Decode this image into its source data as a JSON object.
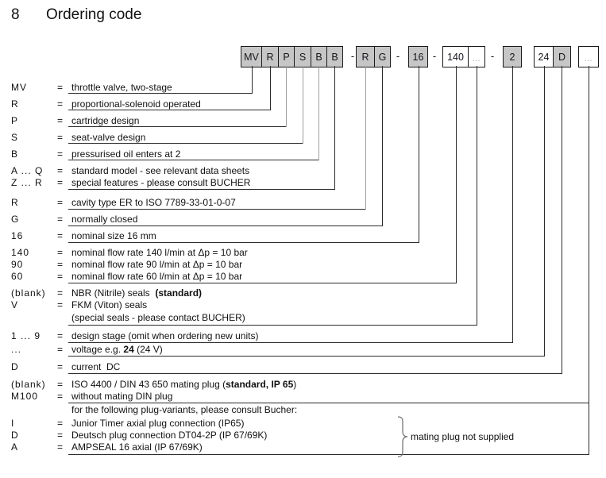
{
  "page": {
    "section_number": "8",
    "section_title": "Ordering code"
  },
  "colors": {
    "box_fill_gray": "#c6c6c6",
    "box_fill_white": "#ffffff",
    "box_border": "#1a1a1a",
    "line_dark": "#2b2b2b",
    "line_gray": "#9e9e9e",
    "muted_dots": "#9a9a9a",
    "brace": "#777777"
  },
  "ordering_code": {
    "separator": "-",
    "groups": [
      {
        "cells": [
          {
            "label": "MV",
            "fill": "gray"
          },
          {
            "label": "R",
            "fill": "gray"
          },
          {
            "label": "P",
            "fill": "gray"
          },
          {
            "label": "S",
            "fill": "gray"
          },
          {
            "label": "B",
            "fill": "gray"
          },
          {
            "label": "B",
            "fill": "gray"
          }
        ]
      },
      {
        "cells": [
          {
            "label": "R",
            "fill": "gray"
          },
          {
            "label": "G",
            "fill": "gray"
          }
        ]
      },
      {
        "cells": [
          {
            "label": "16",
            "fill": "gray"
          }
        ]
      },
      {
        "cells": [
          {
            "label": "140",
            "fill": "white"
          },
          {
            "label": "...",
            "fill": "white",
            "muted": true
          }
        ]
      },
      {
        "cells": [
          {
            "label": "2",
            "fill": "gray"
          }
        ]
      },
      {
        "cells": [
          {
            "label": "24",
            "fill": "white"
          },
          {
            "label": "D",
            "fill": "gray"
          }
        ]
      },
      {
        "cells": [
          {
            "label": "...",
            "fill": "white",
            "muted": true
          }
        ]
      }
    ]
  },
  "legend": {
    "equals_sign": "=",
    "rows": [
      {
        "code": "MV",
        "desc": [
          {
            "t": "throttle valve, two-stage"
          }
        ],
        "box": "b1"
      },
      {
        "code": "R",
        "desc": [
          {
            "t": "proportional-solenoid operated"
          }
        ],
        "box": "b2"
      },
      {
        "code": "P",
        "desc": [
          {
            "t": "cartridge design"
          }
        ],
        "box": "b3"
      },
      {
        "code": "S",
        "desc": [
          {
            "t": "seat-valve design"
          }
        ],
        "box": "b4"
      },
      {
        "code": "B",
        "desc": [
          {
            "t": "pressurised oil enters at 2"
          }
        ],
        "box": "b5"
      },
      {
        "code": "A ... Q",
        "desc": [
          {
            "t": "standard model - see relevant data sheets"
          }
        ],
        "box": null
      },
      {
        "code": "Z ... R",
        "desc": [
          {
            "t": "special features - please consult BUCHER"
          }
        ],
        "box": "b6"
      },
      {
        "code": "R",
        "desc": [
          {
            "t": "cavity type ER to ISO 7789-33-01-0-07"
          }
        ],
        "box": "b7"
      },
      {
        "code": "G",
        "desc": [
          {
            "t": "normally closed"
          }
        ],
        "box": "b8"
      },
      {
        "code": "16",
        "desc": [
          {
            "t": "nominal size 16 mm"
          }
        ],
        "box": "b9"
      },
      {
        "code": "140",
        "desc": [
          {
            "t": "nominal flow rate 140 l/min at Δp = 10 bar"
          }
        ],
        "box": null
      },
      {
        "code": "90",
        "desc": [
          {
            "t": "nominal flow rate 90 l/min at Δp = 10 bar"
          }
        ],
        "box": null
      },
      {
        "code": "60",
        "desc": [
          {
            "t": "nominal flow rate 60 l/min at Δp = 10 bar"
          }
        ],
        "box": "b10"
      },
      {
        "code": "(blank)",
        "desc": [
          {
            "t": "NBR (Nitrile) seals  "
          },
          {
            "t": "(standard)",
            "b": true
          }
        ],
        "box": null
      },
      {
        "code": "V",
        "desc": [
          {
            "t": "FKM (Viton) seals"
          }
        ],
        "box": null
      },
      {
        "code": "",
        "desc": [
          {
            "t": "(special seals - please contact BUCHER)"
          }
        ],
        "box": "b11"
      },
      {
        "code": "1 ... 9",
        "desc": [
          {
            "t": "design stage (omit when ordering new units)"
          }
        ],
        "box": "b12"
      },
      {
        "code": "...",
        "desc": [
          {
            "t": "voltage e.g. "
          },
          {
            "t": "24",
            "b": true
          },
          {
            "t": " (24 V)"
          }
        ],
        "box": "b13"
      },
      {
        "code": "D",
        "desc": [
          {
            "t": "current  DC"
          }
        ],
        "box": "b14"
      },
      {
        "code": "(blank)",
        "desc": [
          {
            "t": "ISO 4400 / DIN 43 650 mating plug ("
          },
          {
            "t": "standard, IP 65",
            "b": true
          },
          {
            "t": ")"
          }
        ],
        "box": null
      },
      {
        "code": "M100",
        "desc": [
          {
            "t": "without mating DIN plug"
          }
        ],
        "box": "b15"
      },
      {
        "code": "",
        "desc": [
          {
            "t": "for the following plug-variants, please consult Bucher:"
          }
        ],
        "box": null
      },
      {
        "code": "I",
        "desc": [
          {
            "t": "Junior Timer axial plug connection (IP65)"
          }
        ],
        "box": null
      },
      {
        "code": "D",
        "desc": [
          {
            "t": "Deutsch plug connection DT04-2P (IP 67/69K)"
          }
        ],
        "box": null
      },
      {
        "code": "A",
        "desc": [
          {
            "t": "AMPSEAL 16 axial (IP 67/69K)"
          }
        ],
        "box": "b15"
      }
    ]
  },
  "brace_note": "mating plug not supplied"
}
